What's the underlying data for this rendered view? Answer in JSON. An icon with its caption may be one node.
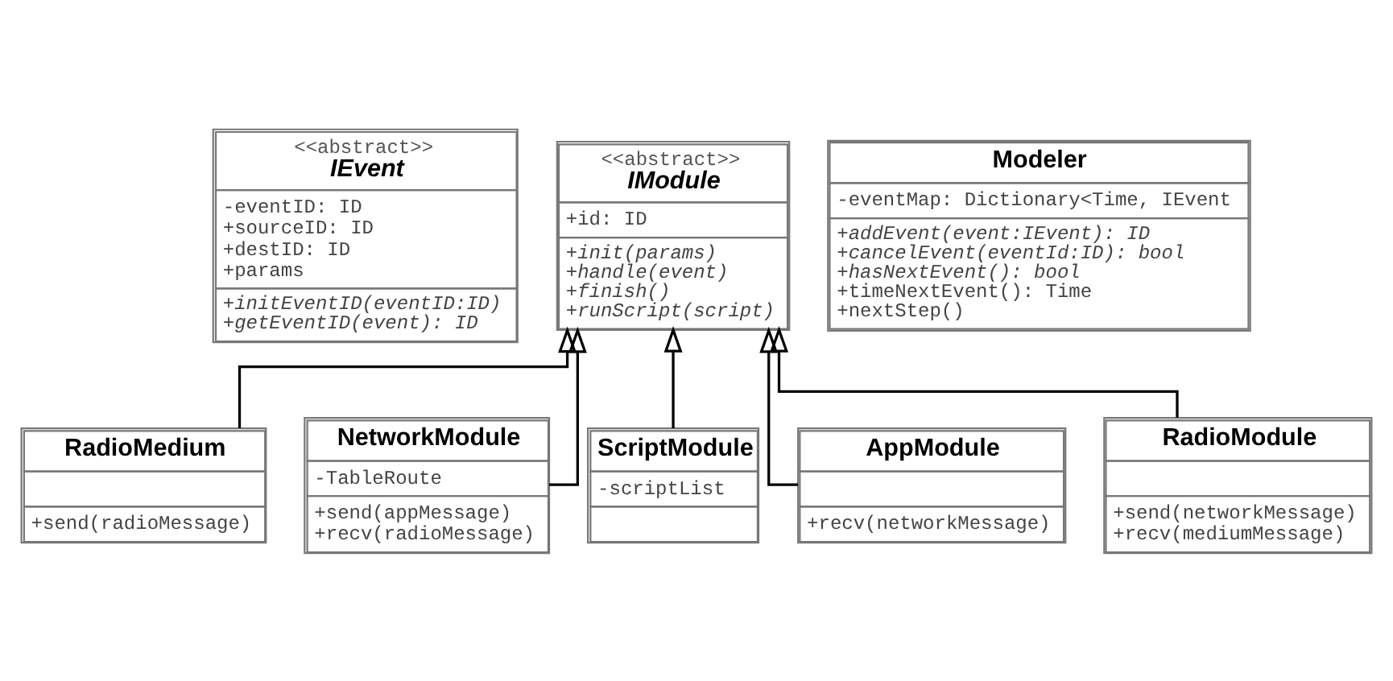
{
  "diagram": {
    "nodes": [
      {
        "text": [
          "<<abstract>>",
          "IEvent",
          "-eventID: ID",
          "+sourceID: ID",
          "+destID: ID",
          "+params",
          "+initEventID(eventID:ID)",
          "+getEventID(event): ID"
        ]
      },
      {
        "text": [
          "<<abstract>>",
          "IModule",
          "+id: ID",
          "+init(params)",
          "+handle(event)",
          "+finish()",
          "+runScript(script)"
        ]
      },
      {
        "text": [
          "Modeler",
          "-eventMap: Dictionary<Time, IEvent",
          "+addEvent(event:IEvent): ID",
          "+cancelEvent(eventId:ID): bool",
          "+hasNextEvent(): bool",
          "+timeNextEvent(): Time",
          "+nextStep()"
        ]
      },
      {
        "text": [
          "RadioMedium",
          "+send(radioMessage)"
        ]
      },
      {
        "text": [
          "NetworkModule",
          "-TableRoute",
          "+send(appMessage)",
          "+recv(radioMessage)"
        ]
      },
      {
        "text": [
          "ScriptModule",
          "-scriptList"
        ]
      },
      {
        "text": [
          "AppModule",
          "+recv(networkMessage)"
        ]
      },
      {
        "text": [
          "RadioModule",
          "+send(networkMessage)",
          "+recv(mediumMessage)"
        ]
      }
    ],
    "edges": [
      {
        "from": 3,
        "to": 1,
        "arrow": "to"
      },
      {
        "from": 6,
        "to": 1,
        "arrow": "to"
      },
      {
        "from": 4,
        "to": 1,
        "arrow": "to"
      },
      {
        "from": 7,
        "to": 1,
        "arrow": "to"
      },
      {
        "from": 5,
        "to": 1,
        "arrow": "to"
      }
    ]
  }
}
